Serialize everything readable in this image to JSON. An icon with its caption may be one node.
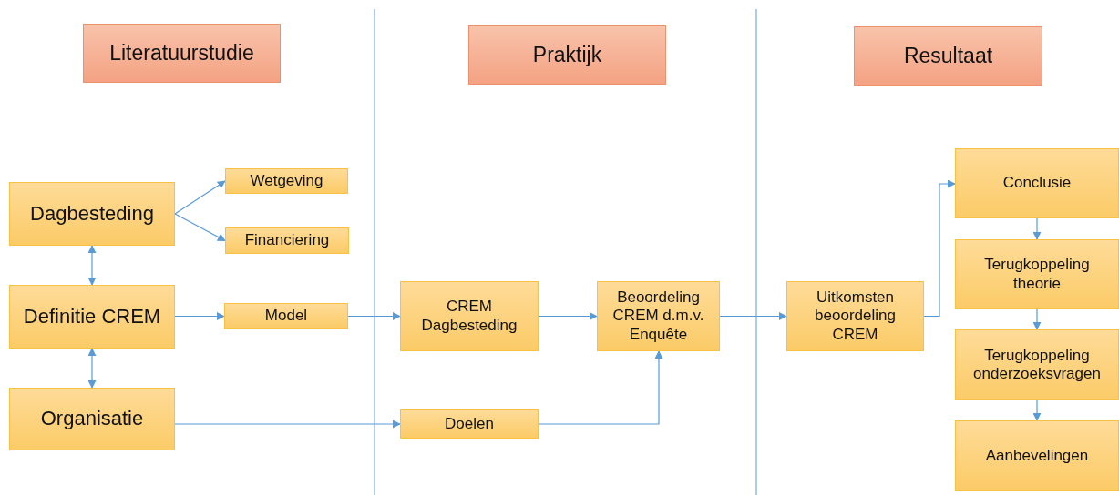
{
  "diagram": {
    "nodes": [
      {
        "text": [
          "Literatuurstudie"
        ]
      },
      {
        "text": [
          "Praktijk"
        ]
      },
      {
        "text": [
          "Resultaat"
        ]
      },
      {
        "text": [
          "Dagbesteding"
        ]
      },
      {
        "text": [
          "Wetgeving"
        ]
      },
      {
        "text": [
          "Financiering"
        ]
      },
      {
        "text": [
          "Definitie CREM"
        ]
      },
      {
        "text": [
          "Model"
        ]
      },
      {
        "text": [
          "Organisatie"
        ]
      },
      {
        "text": [
          "CREM Dagbesteding"
        ]
      },
      {
        "text": [
          "Beoordeling CREM d.m.v. Enquête"
        ]
      },
      {
        "text": [
          "Doelen"
        ]
      },
      {
        "text": [
          "Uitkomsten beoordeling CREM"
        ]
      },
      {
        "text": [
          "Conclusie"
        ]
      },
      {
        "text": [
          "Terugkoppeling theorie"
        ]
      },
      {
        "text": [
          "Terugkoppeling onderzoeksvragen"
        ]
      },
      {
        "text": [
          "Aanbevelingen"
        ]
      }
    ],
    "edges": [
      {
        "from": 3,
        "to": 4,
        "arrow": "to"
      },
      {
        "from": 3,
        "to": 5,
        "arrow": "to"
      },
      {
        "from": 3,
        "to": 6,
        "arrow": "both"
      },
      {
        "from": 6,
        "to": 8,
        "arrow": "both"
      },
      {
        "from": 6,
        "to": 7,
        "arrow": "to"
      },
      {
        "from": 7,
        "to": 9,
        "arrow": "to"
      },
      {
        "from": 9,
        "to": 10,
        "arrow": "to"
      },
      {
        "from": 8,
        "to": 11,
        "arrow": "to"
      },
      {
        "from": 11,
        "to": 10,
        "arrow": "to"
      },
      {
        "from": 10,
        "to": 12,
        "arrow": "to"
      },
      {
        "from": 12,
        "to": 13,
        "arrow": "to"
      },
      {
        "from": 13,
        "to": 14,
        "arrow": "to"
      },
      {
        "from": 14,
        "to": 15,
        "arrow": "to"
      },
      {
        "from": 15,
        "to": 16,
        "arrow": "to"
      }
    ]
  }
}
